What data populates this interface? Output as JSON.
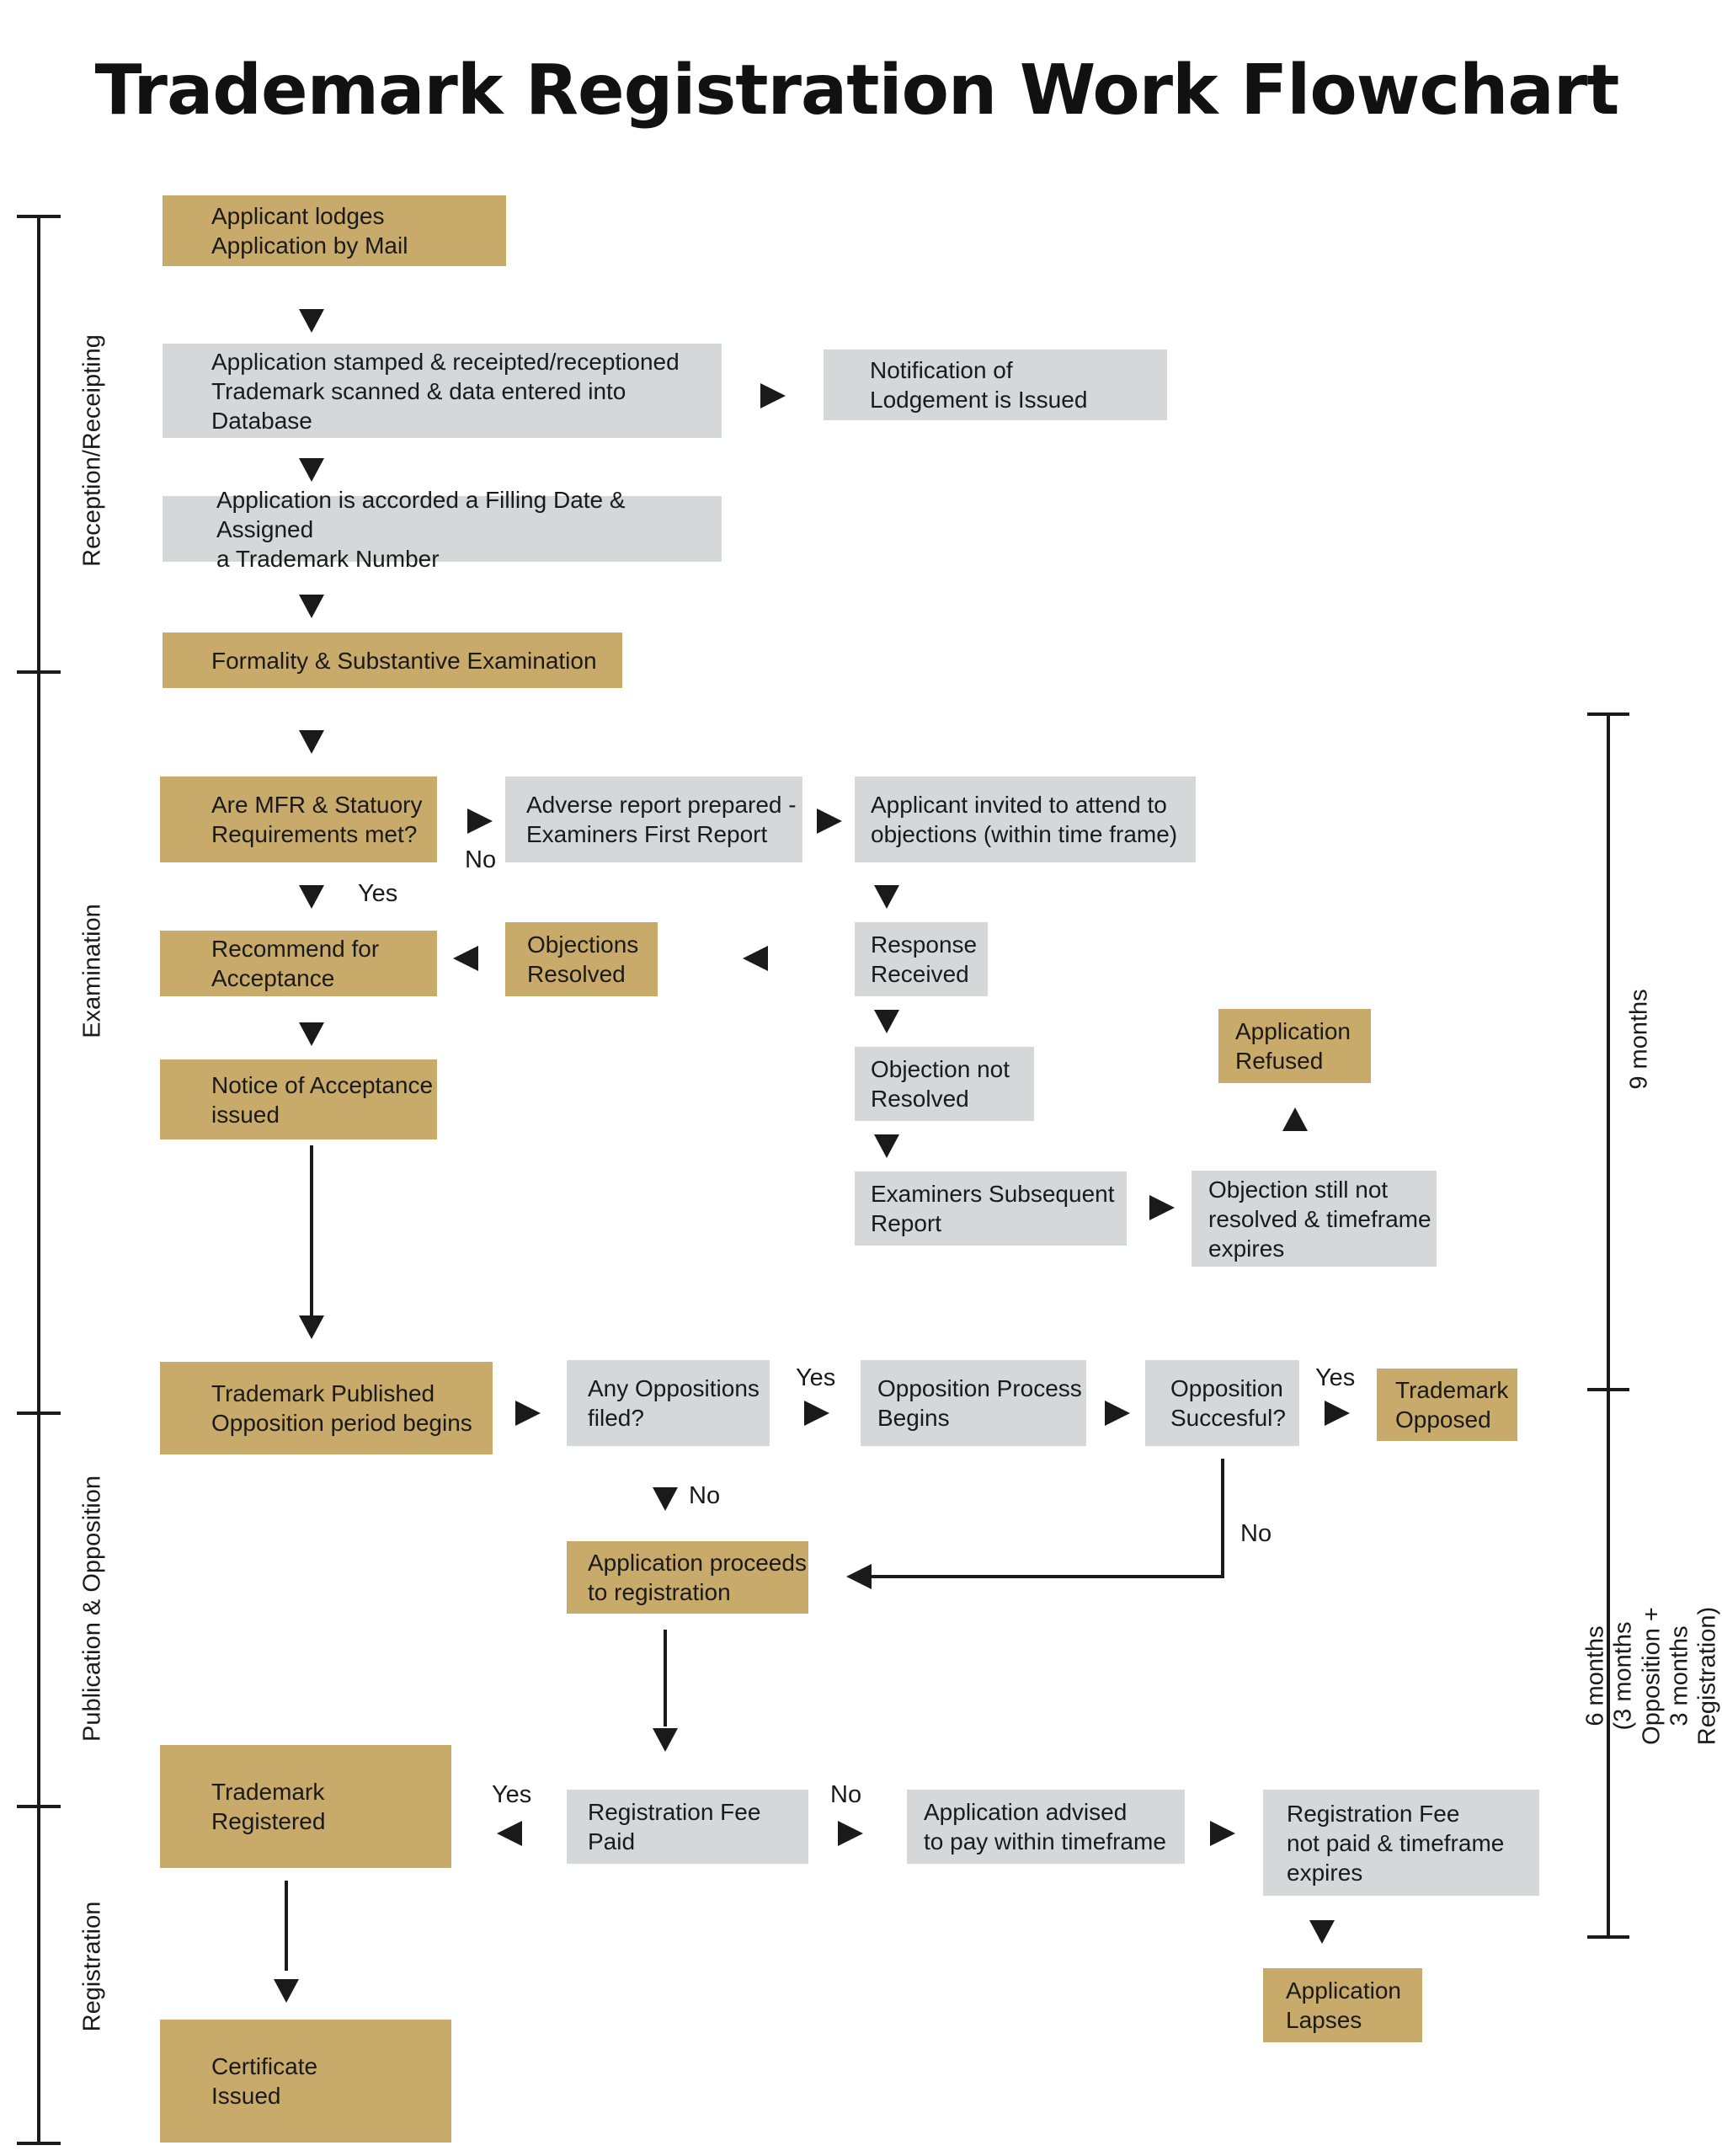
{
  "title": "Trademark Registration Work Flowchart",
  "colors": {
    "gold": "#c8aa6b",
    "gray": "#d6d7d9",
    "line": "#1a1a1a"
  },
  "phases": {
    "reception": "Reception/Receipting",
    "examination": "Examination",
    "publication": "Publication & Opposition",
    "registration": "Registration"
  },
  "durations": {
    "nine_months": "9 months",
    "six_months": "6 months\n(3 months Opposition + 3 months Registration)"
  },
  "nodes": {
    "lodge": "Applicant lodges\nApplication by Mail",
    "stamped": "Application stamped & receipted/receptioned\nTrademark scanned & data entered into\nDatabase",
    "notification": "Notification of\nLodgement is Issued",
    "filing_date": "Application is accorded a Filling Date & Assigned\na Trademark Number",
    "formality": "Formality & Substantive Examination",
    "mfr": "Are MFR & Statuory\nRequirements met?",
    "adverse": "Adverse report prepared -\nExaminers First Report",
    "invited": "Applicant invited to attend to\nobjections (within time frame)",
    "recommend": "Recommend for\nAcceptance",
    "obj_resolved": "Objections\nResolved",
    "response": "Response\nReceived",
    "obj_not_resolved": "Objection not\nResolved",
    "refused": "Application\nRefused",
    "notice": "Notice of Acceptance\nissued",
    "subsequent": "Examiners Subsequent\nReport",
    "still_not": "Objection still not\nresolved & timeframe\nexpires",
    "published": "Trademark Published\nOpposition period begins",
    "any_opp": "Any Oppositions\nfiled?",
    "opp_process": "Opposition Process\nBegins",
    "opp_success": "Opposition\nSuccesful?",
    "opposed": "Trademark\nOpposed",
    "proceeds": "Application proceeds\nto registration",
    "registered": "Trademark\nRegistered",
    "fee_paid": "Registration Fee\nPaid",
    "advised": "Application advised\nto pay within timeframe",
    "fee_not_paid": "Registration Fee\nnot paid & timeframe\nexpires",
    "lapses": "Application\nLapses",
    "certificate": "Certificate\nIssued"
  },
  "labels": {
    "no_mfr": "No",
    "yes_mfr": "Yes",
    "yes_any_opp": "Yes",
    "yes_opp_success": "Yes",
    "no_any_opp": "No",
    "no_opp_success": "No",
    "yes_fee": "Yes",
    "no_fee": "No"
  }
}
